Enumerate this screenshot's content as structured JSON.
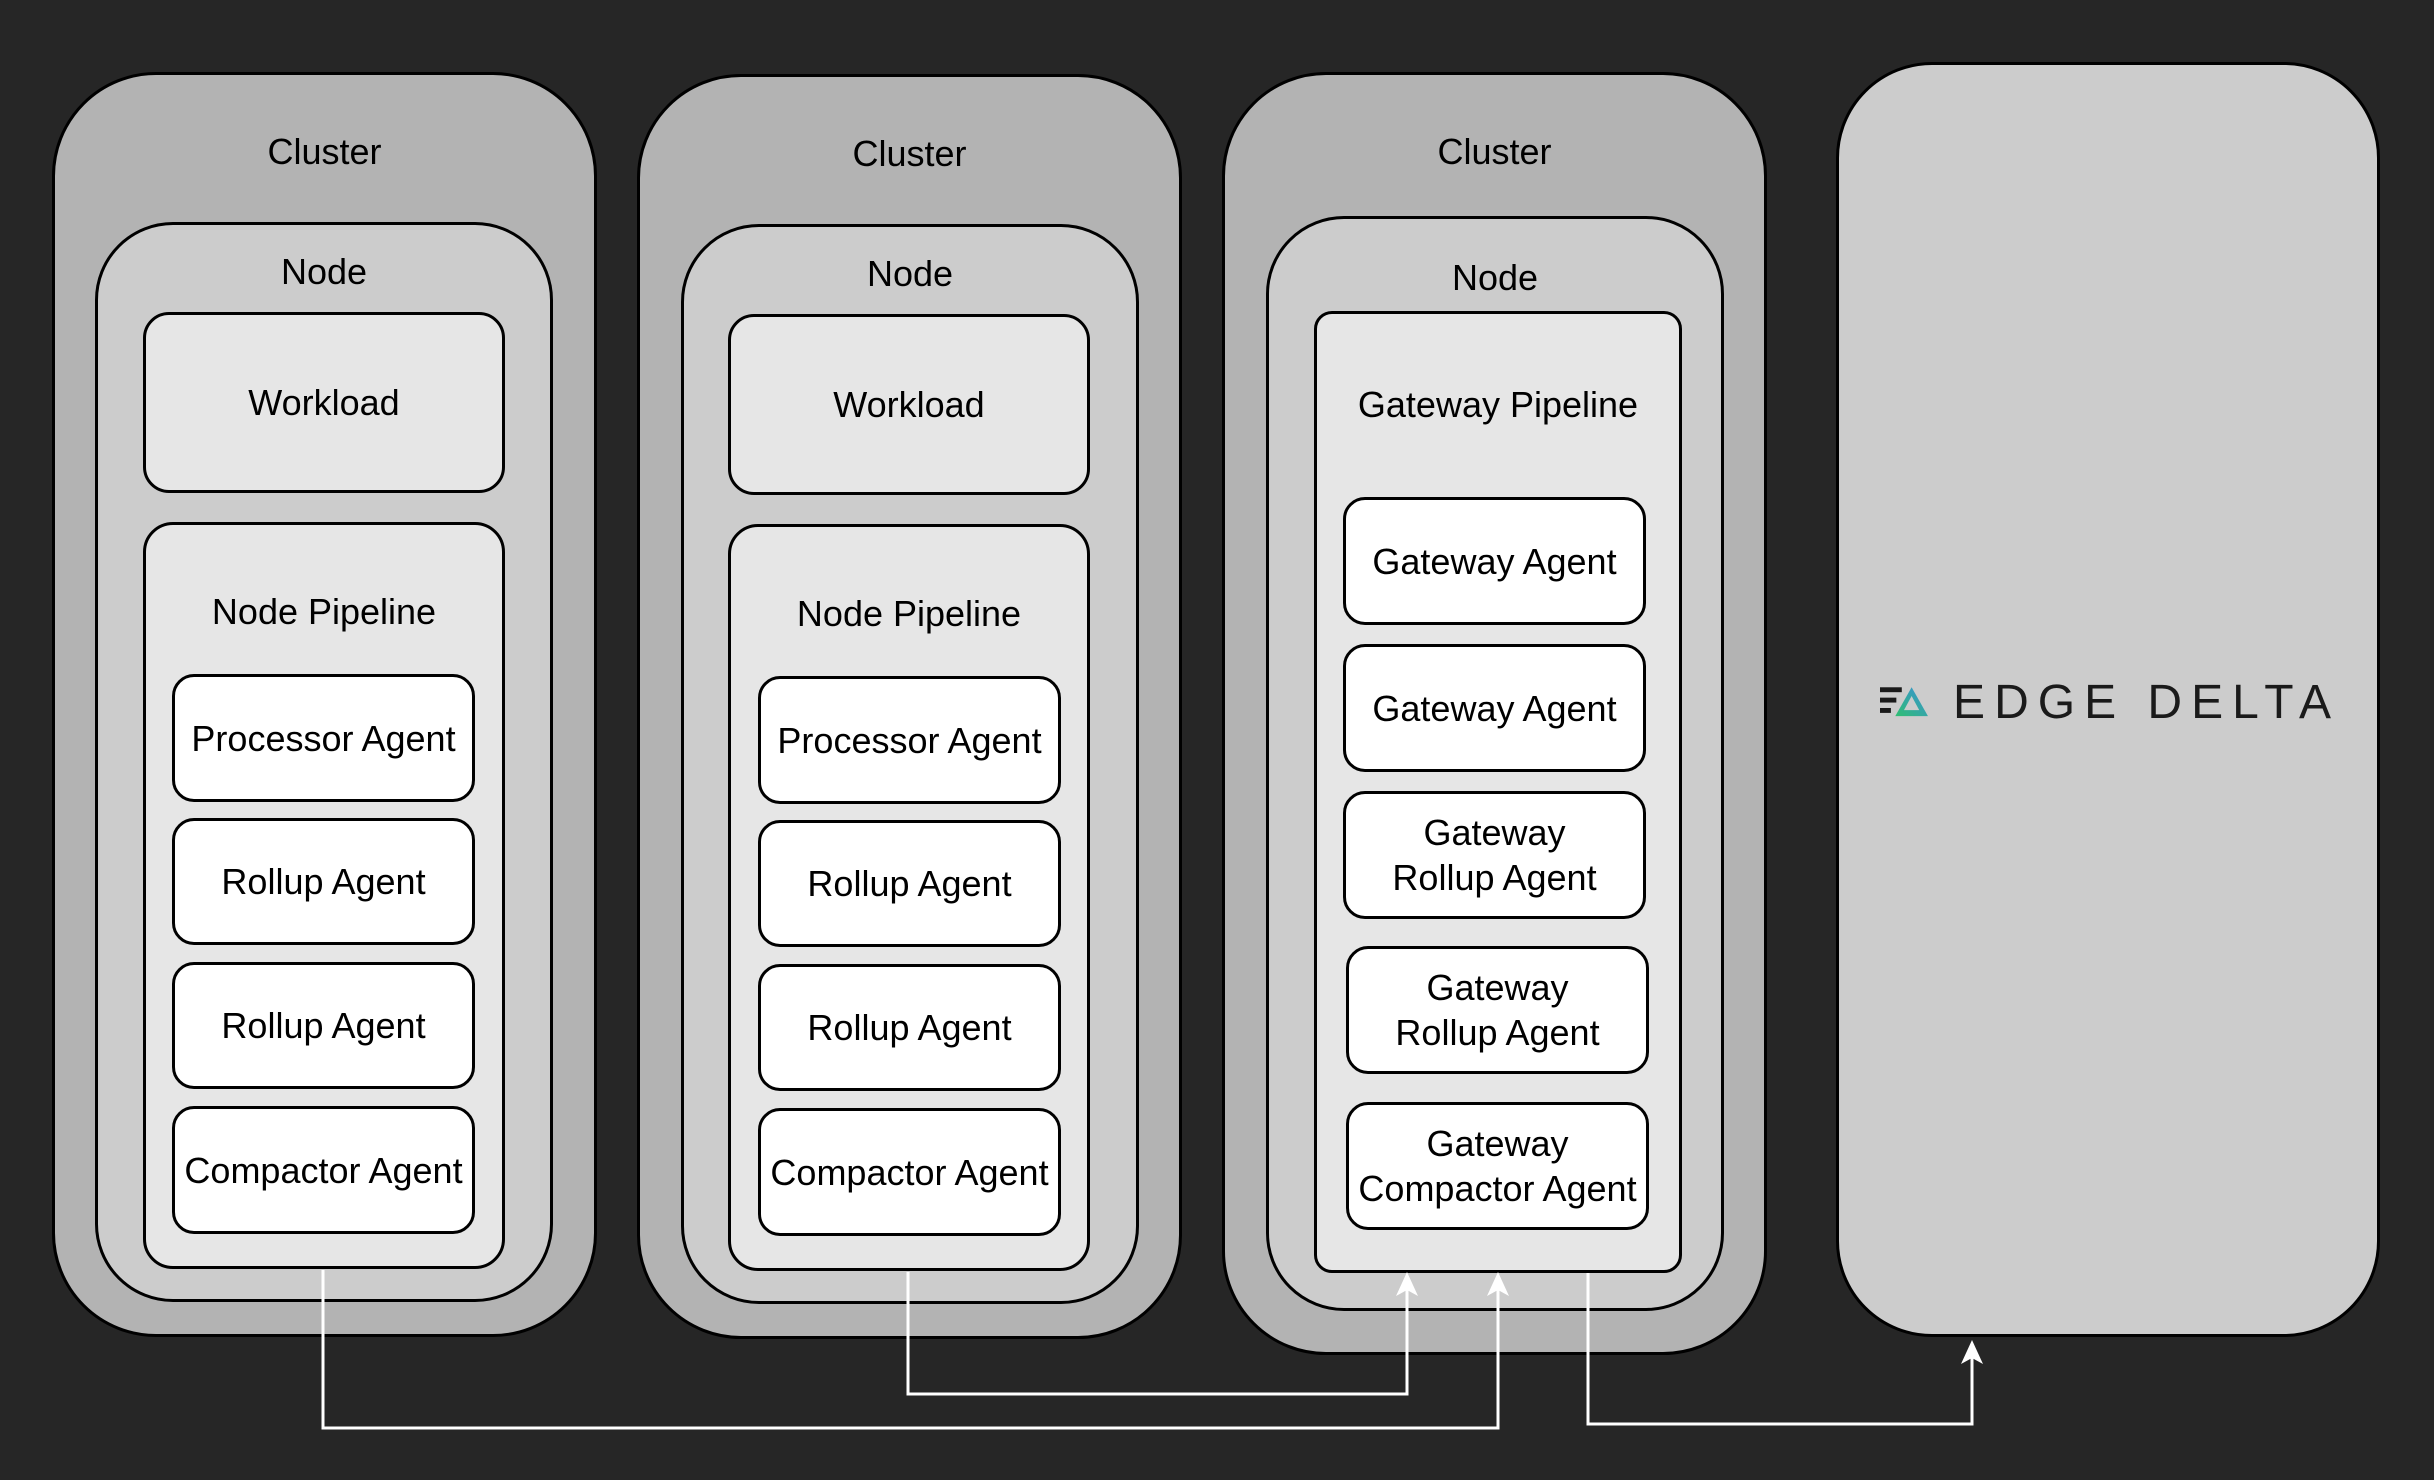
{
  "clusters": [
    {
      "label": "Cluster",
      "node": {
        "label": "Node",
        "workload": "Workload",
        "pipeline": {
          "label": "Node Pipeline",
          "agents": [
            "Processor Agent",
            "Rollup Agent",
            "Rollup Agent",
            "Compactor Agent"
          ]
        }
      }
    },
    {
      "label": "Cluster",
      "node": {
        "label": "Node",
        "workload": "Workload",
        "pipeline": {
          "label": "Node Pipeline",
          "agents": [
            "Processor Agent",
            "Rollup Agent",
            "Rollup Agent",
            "Compactor Agent"
          ]
        }
      }
    },
    {
      "label": "Cluster",
      "node": {
        "label": "Node",
        "pipeline": {
          "label": "Gateway Pipeline",
          "agents": [
            "Gateway Agent",
            "Gateway Agent",
            "Gateway Rollup Agent",
            "Gateway Rollup Agent",
            "Gateway Compactor Agent"
          ]
        }
      }
    }
  ],
  "destination": {
    "logo_text": "EDGE DELTA"
  },
  "colors": {
    "background": "#262626",
    "cluster": "#b3b3b3",
    "node": "#cccccc",
    "pipeline": "#e6e6e6",
    "agent": "#ffffff",
    "connector": "#ffffff",
    "logo_green": "#2fbf71",
    "logo_blue": "#3a8fd9"
  }
}
